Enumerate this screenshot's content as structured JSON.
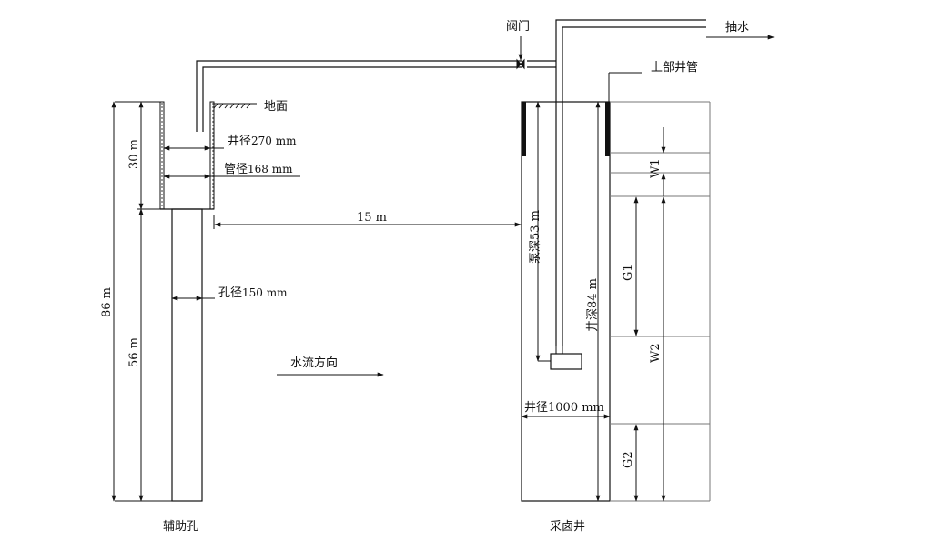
{
  "labels": {
    "ground": "地面",
    "aux_well_diameter": "井径",
    "aux_well_diameter_value": "270 mm",
    "casing_diameter": "管径",
    "casing_diameter_value": "168 mm",
    "hole_diameter": "孔径",
    "hole_diameter_value": "150 mm",
    "upper_depth": "30 m",
    "lower_depth": "56 m",
    "total_depth": "86 m",
    "distance": "15 m",
    "flow_direction": "水流方向",
    "valve": "阀门",
    "pump_out": "抽水",
    "upper_casing": "上部井管",
    "pump_depth": "泵深53 m",
    "well_depth": "井深84 m",
    "main_well_diameter": "井径1000 mm",
    "layer_w1": "W1",
    "layer_g1": "G1",
    "layer_w2": "W2",
    "layer_g2": "G2",
    "aux_hole_name": "辅助孔",
    "brine_well_name": "采卤井"
  }
}
